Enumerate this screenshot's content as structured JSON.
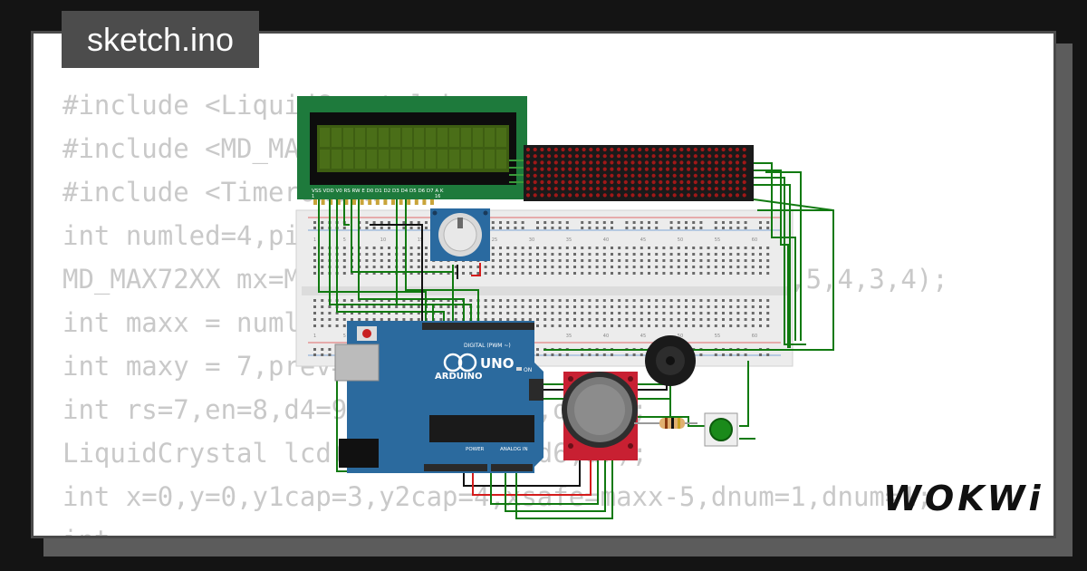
{
  "title_tab": {
    "label": "sketch.ino"
  },
  "code_lines": [
    "#include <LiquidCrystal.h>",
    "#include <MD_MAX72xx.h>",
    "#include <TimerOne.h>",
    "int numled=4,pin=6;",
    "MD_MAX72XX mx=MD_MAX72XX(MD_MAX72XX::PAROLA_HW,5,4,3,4);",
    "int maxx = numled*8-1;",
    "int maxy = 7,prev=0;",
    "int rs=7,en=8,d4=9,d5=10,d6=11,d7=12;",
    "LiquidCrystal lcd(rs,en,d4,d5,d6,d7);",
    "int x=0,y=0,y1cap=3,y2cap=4,xsafe=maxx-5,dnum=1,dnum=1;",
    "int"
  ],
  "components": {
    "lcd": {
      "pin_labels": "VSS VDD V0 RS RW E D0 D1 D2 D3 D4 D5 D6 D7 A K",
      "pin_first": "1",
      "pin_last": "16",
      "color": "#1e7a3c"
    },
    "arduino": {
      "brand": "ARDUINO",
      "model": "UNO",
      "digital_label": "DIGITAL (PWM ~)",
      "power_label": "POWER",
      "analog_label": "ANALOG IN",
      "on_label": "ON",
      "color": "#2b6a9e"
    },
    "breadboard": {
      "column_labels": [
        "1",
        "5",
        "10",
        "15",
        "20",
        "25",
        "30",
        "35",
        "40",
        "45",
        "50",
        "55",
        "60"
      ]
    },
    "joystick": {
      "color": "#c82032"
    },
    "button": {
      "color": "#1a8a1a"
    }
  },
  "branding": {
    "logo_text": "WOKWi"
  }
}
